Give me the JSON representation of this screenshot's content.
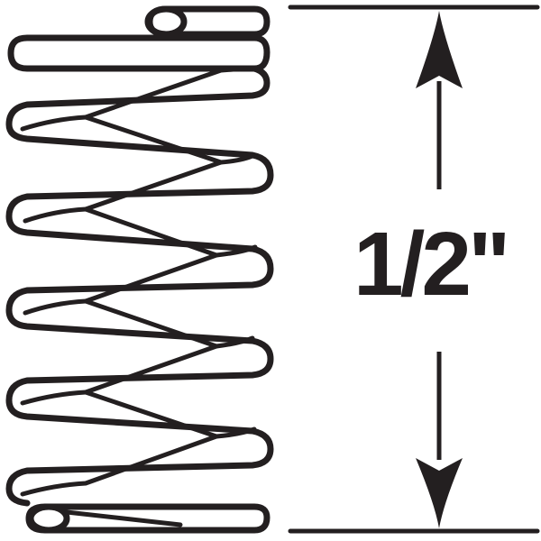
{
  "diagram": {
    "subject": "compression spring",
    "dimension": {
      "label": "1/2\"",
      "measures": "spring length",
      "orientation": "vertical"
    },
    "colors": {
      "line": "#231f20",
      "background": "#ffffff"
    }
  }
}
